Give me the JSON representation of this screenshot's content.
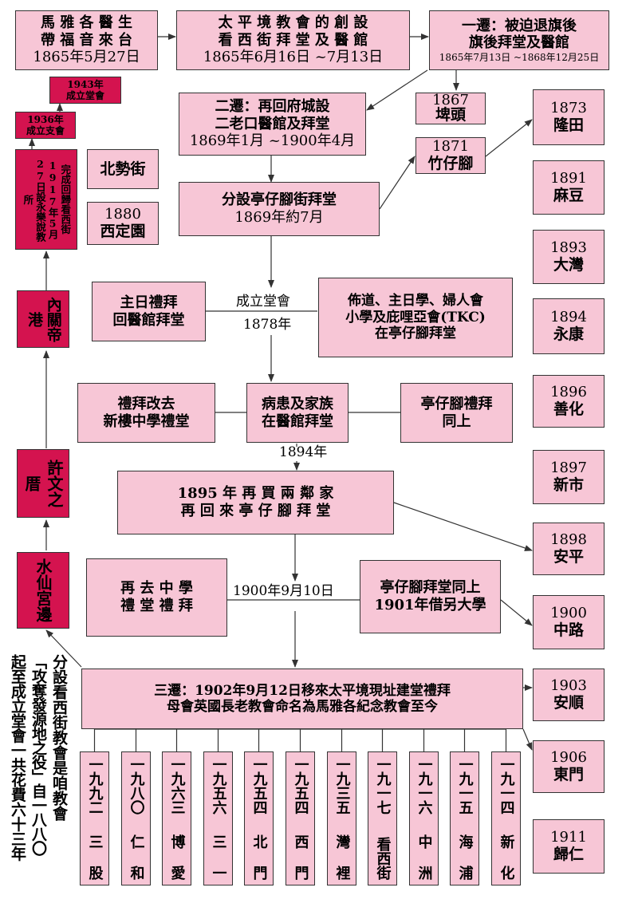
{
  "timeline": {
    "arrival": [
      "馬 雅 各 醫 生",
      "帶 福 音 來 台",
      "1865年5月27日"
    ],
    "founding": [
      "太 平 境 教 會 的 創 設",
      "看 西 街 拜 堂 及 醫 館",
      "1865年6月16日 ~7月13日"
    ],
    "move1": [
      "一遷：被迫退旗後",
      "旗後拜堂及醫館",
      "1865年7月13日 ~1868年12月25日"
    ],
    "move2": [
      "二遷：再回府城設",
      "二老口醫館及拜堂",
      "1869年1月 ~1900年4月"
    ],
    "branch_1869": [
      "分設亭仔腳街拜堂",
      "1869年約7月"
    ],
    "sunday_worship": [
      "主日禮拜",
      "回醫館拜堂"
    ],
    "church_est": [
      "成立堂會",
      "1878年"
    ],
    "tkc": [
      "佈道、主日學、婦人會",
      "小學及庇哩亞會(TKC)",
      "在亭仔腳拜堂"
    ],
    "worship_moved": [
      "禮拜改去",
      "新樓中學禮堂"
    ],
    "patients": [
      "病患及家族",
      "在醫館拜堂"
    ],
    "same_1": [
      "亭仔腳禮拜",
      "同上"
    ],
    "year_1894": "1894年",
    "rebuy": [
      "1895  年 再 買 兩 鄰 家",
      "再 回 來 亭 仔 腳 拜 堂"
    ],
    "again_school": [
      "再  去  中  學",
      "禮  堂  禮  拜"
    ],
    "date_1900": "1900年9月10日",
    "same_1901": [
      "亭仔腳拜堂同上",
      "1901年借另大學"
    ],
    "move3": [
      "三遷：1902年9月12日移來太平境現址建堂禮拜",
      "母會英國長老教會命名為馬雅各紀念教會至今"
    ]
  },
  "early_stations": [
    {
      "year": "1867",
      "place": "埤頭"
    },
    {
      "year": "1871",
      "place": "竹仔腳"
    }
  ],
  "side_stations": [
    {
      "year": "",
      "place": "北勢街"
    },
    {
      "year": "1880",
      "place": "西定園"
    }
  ],
  "left_column": {
    "est_1943": [
      "1943年",
      "成立堂會"
    ],
    "est_1936": [
      "1936年",
      "成立支會"
    ],
    "kanxi_return": "完成回歸看西街1917年5月27日設永樂說教所",
    "neiguan": "內關帝港",
    "xuwen": "許文之厝",
    "shuixian": "水仙宮邊"
  },
  "right_column": [
    {
      "year": "1873",
      "place": "隆田"
    },
    {
      "year": "1891",
      "place": "麻豆"
    },
    {
      "year": "1893",
      "place": "大灣"
    },
    {
      "year": "1894",
      "place": "永康"
    },
    {
      "year": "1896",
      "place": "善化"
    },
    {
      "year": "1897",
      "place": "新市"
    },
    {
      "year": "1898",
      "place": "安平"
    },
    {
      "year": "1900",
      "place": "中路"
    },
    {
      "year": "1903",
      "place": "安順"
    },
    {
      "year": "1906",
      "place": "東門"
    },
    {
      "year": "1911",
      "place": "歸仁"
    }
  ],
  "bottom_branches": [
    {
      "year": "一九九二",
      "name": "三 股"
    },
    {
      "year": "一九八〇",
      "name": "仁 和"
    },
    {
      "year": "一九六三",
      "name": "博 愛"
    },
    {
      "year": "一九五六",
      "name": "三 一"
    },
    {
      "year": "一九五四",
      "name": "北 門"
    },
    {
      "year": "一九五四",
      "name": "西 門"
    },
    {
      "year": "一九三五",
      "name": "灣 裡"
    },
    {
      "year": "一九一七",
      "name": "看西街"
    },
    {
      "year": "一九一六",
      "name": "中 洲"
    },
    {
      "year": "一九一五",
      "name": "海 浦"
    },
    {
      "year": "一九一四",
      "name": "新 化"
    }
  ],
  "note_columns": [
    "分設看西街教會是咱教會",
    "「攻奪發源地之役」自一八八〇",
    "起至成立堂會一共花費六十三年"
  ]
}
